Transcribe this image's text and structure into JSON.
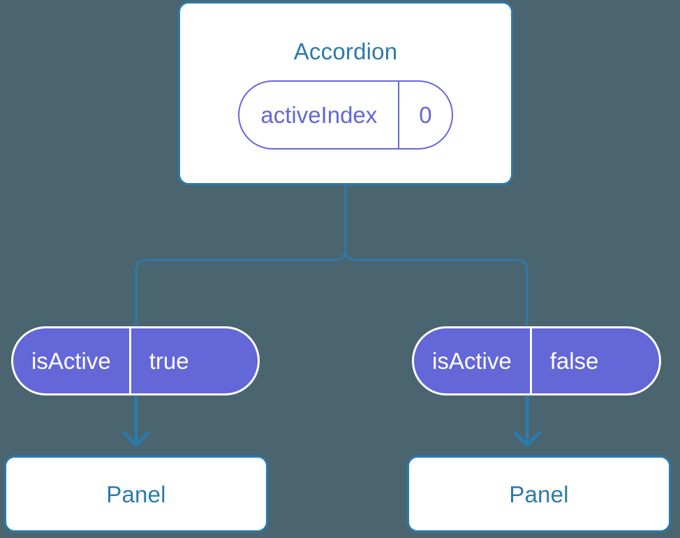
{
  "diagram": {
    "title": "Accordion component state and props tree",
    "background_color": "#4a6570",
    "accent_blue": "#2c7aab",
    "accent_indigo": "#6367d8",
    "card_fill": "#ffffff"
  },
  "root": {
    "label": "Accordion",
    "state": {
      "key": "activeIndex",
      "value": "0"
    }
  },
  "branches": [
    {
      "prop": {
        "key": "isActive",
        "value": "true"
      },
      "child": {
        "label": "Panel"
      }
    },
    {
      "prop": {
        "key": "isActive",
        "value": "false"
      },
      "child": {
        "label": "Panel"
      }
    }
  ],
  "connectors": {
    "tree_color": "#2c7aab",
    "arrow_color": "#2c7aab",
    "arrow_icon": "arrow-down-icon"
  }
}
